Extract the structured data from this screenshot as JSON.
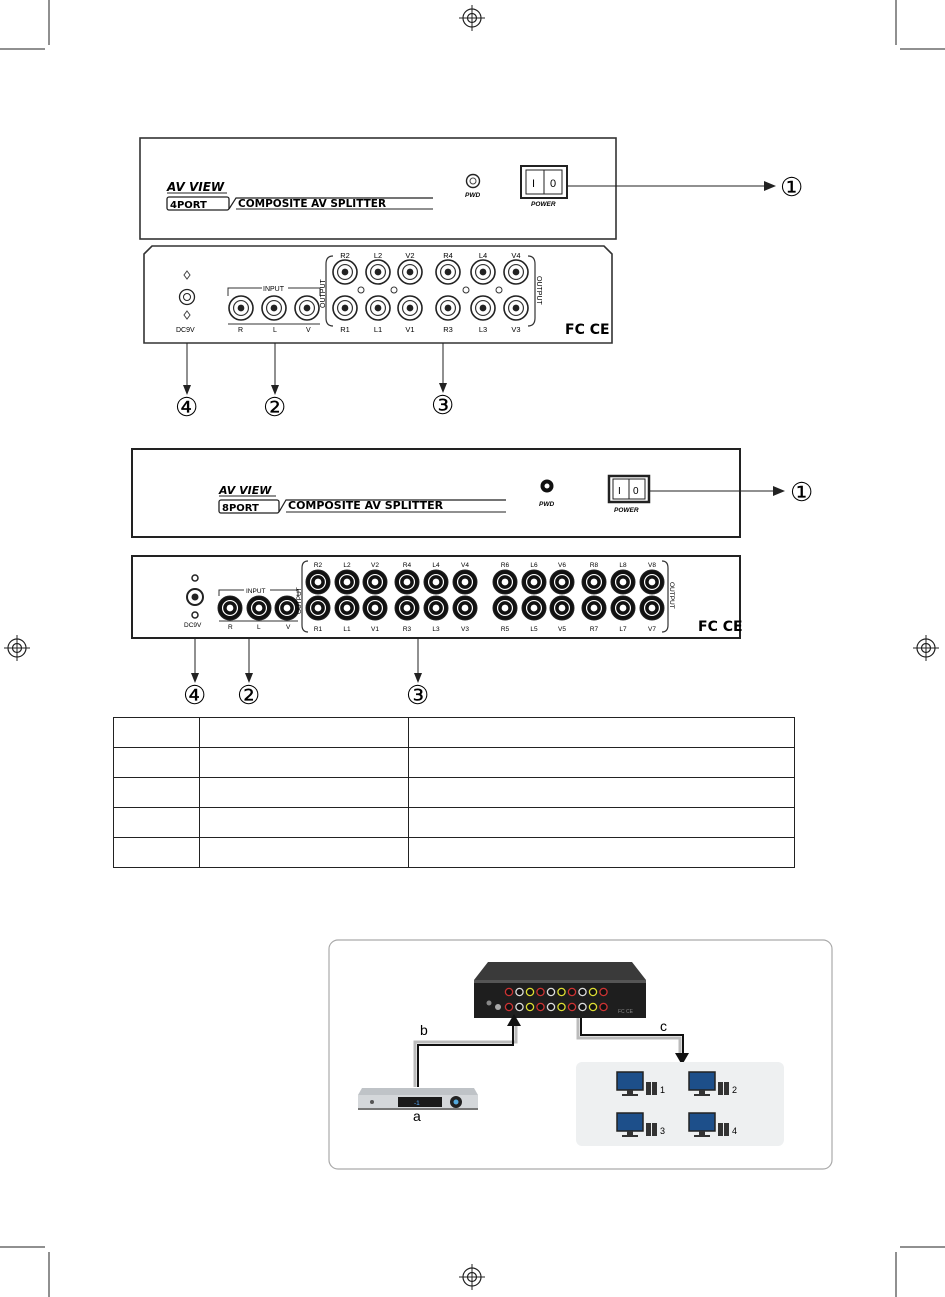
{
  "units": {
    "four_port": {
      "front": {
        "brand": "AV VIEW",
        "port_label": "4PORT",
        "product_name": "COMPOSITE AV SPLITTER",
        "led_label": "PWD",
        "switch_label": "POWER",
        "switch_on": "I",
        "switch_off": "0"
      },
      "rear": {
        "input_label": "INPUT",
        "output_label": "OUTPUT",
        "dc_label": "DC9V",
        "input_jacks": [
          "R",
          "L",
          "V"
        ],
        "output_top": [
          "R2",
          "L2",
          "V2",
          "R4",
          "L4",
          "V4"
        ],
        "output_bottom": [
          "R1",
          "L1",
          "V1",
          "R3",
          "L3",
          "V3"
        ],
        "cert": "FC CE"
      }
    },
    "eight_port": {
      "front": {
        "brand": "AV VIEW",
        "port_label": "8PORT",
        "product_name": "COMPOSITE AV SPLITTER",
        "led_label": "PWD",
        "switch_label": "POWER",
        "switch_on": "I",
        "switch_off": "0"
      },
      "rear": {
        "input_label": "INPUT",
        "output_label": "OUTPUT",
        "dc_label": "DC9V",
        "input_jacks": [
          "R",
          "L",
          "V"
        ],
        "output_top": [
          "R2",
          "L2",
          "V2",
          "R4",
          "L4",
          "V4",
          "R6",
          "L6",
          "V6",
          "R8",
          "L8",
          "V8"
        ],
        "output_bottom": [
          "R1",
          "L1",
          "V1",
          "R3",
          "L3",
          "V3",
          "R5",
          "L5",
          "V5",
          "R7",
          "L7",
          "V7"
        ],
        "cert": "FC CE"
      }
    }
  },
  "callouts": {
    "one": "①",
    "two": "②",
    "three": "③",
    "four": "④"
  },
  "empty_table": {
    "rows": 5,
    "columns": 3
  },
  "connection_diagram": {
    "label_a": "a",
    "label_b": "b",
    "label_c": "c",
    "monitor_labels": [
      "1",
      "2",
      "3",
      "4"
    ],
    "player_display": "-1"
  }
}
